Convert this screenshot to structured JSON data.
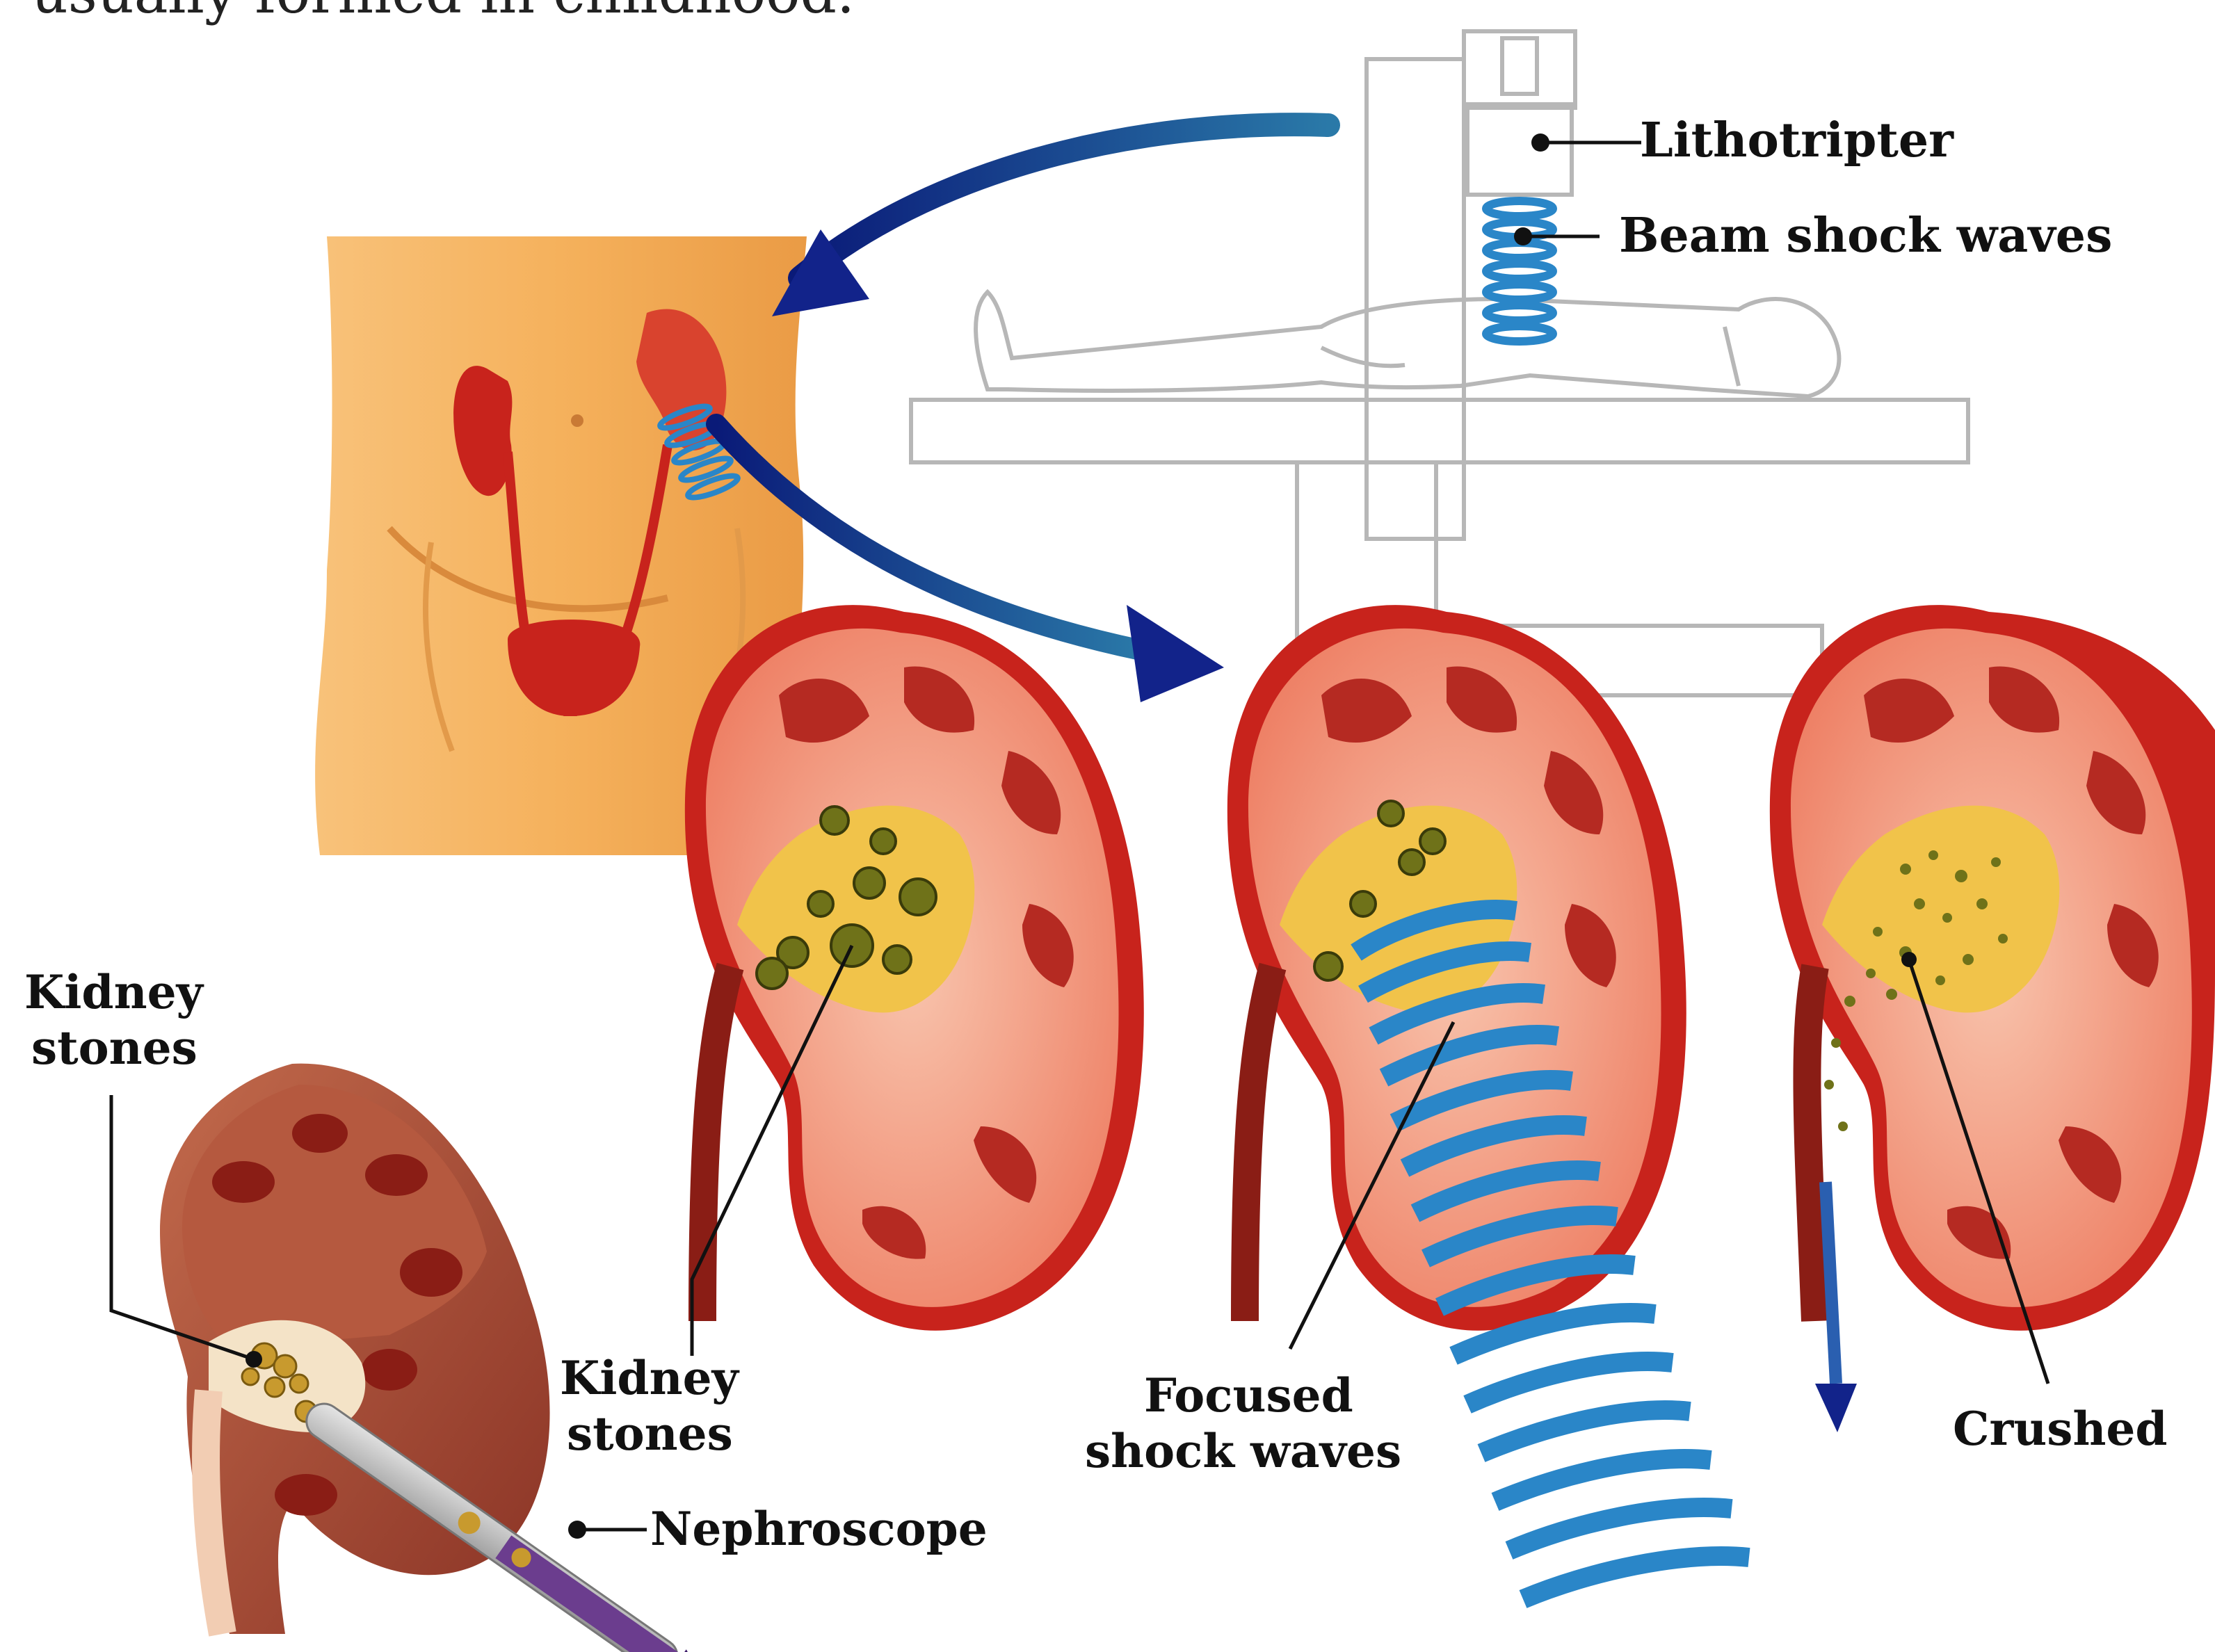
{
  "caption_fragment": "usually formed in childhood.",
  "labels": {
    "lithotripter": "Lithotripter",
    "beam_shock_waves": "Beam shock waves",
    "kidney_stones_main_line1": "Kidney",
    "kidney_stones_main_line2": "stones",
    "focused_line1": "Focused",
    "focused_line2": "shock waves",
    "crushed": "Crushed",
    "kidney_stones_small_line1": "Kidney",
    "kidney_stones_small_line2": "stones",
    "nephroscope": "Nephroscope"
  },
  "colors": {
    "body_skin": "#f5b15c",
    "kidney_outer": "#c8231c",
    "kidney_cortex": "#f39a80",
    "kidney_medulla": "#b52a22",
    "stone": "#6f7219",
    "pelvis_yellow": "#f1c34a",
    "arrow_navy": "#12238a",
    "wave_blue": "#2a86c8",
    "device_outline": "#b7b7b7"
  }
}
